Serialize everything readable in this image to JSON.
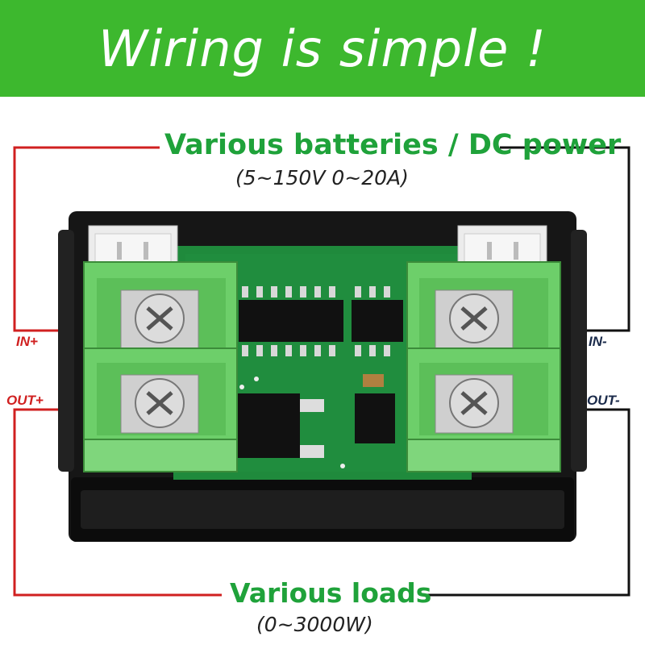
{
  "banner": {
    "title": "Wiring is simple !"
  },
  "power_source": {
    "label": "Various batteries / DC power",
    "spec": "(5~150V 0~20A)"
  },
  "load": {
    "label": "Various loads",
    "spec": "(0~3000W)"
  },
  "terminals": {
    "in_plus": "IN+",
    "in_minus": "IN-",
    "out_plus": "OUT+",
    "out_minus": "OUT-"
  },
  "colors": {
    "banner_green": "#3db82e",
    "text_green": "#1fa23a",
    "wire_red": "#d02020",
    "wire_black": "#111111",
    "terminal_green": "#6dcf6a",
    "pcb_green": "#1f8a3c"
  },
  "icons": [
    "screw-terminal-icon",
    "connector-header-icon",
    "chip-icon"
  ]
}
